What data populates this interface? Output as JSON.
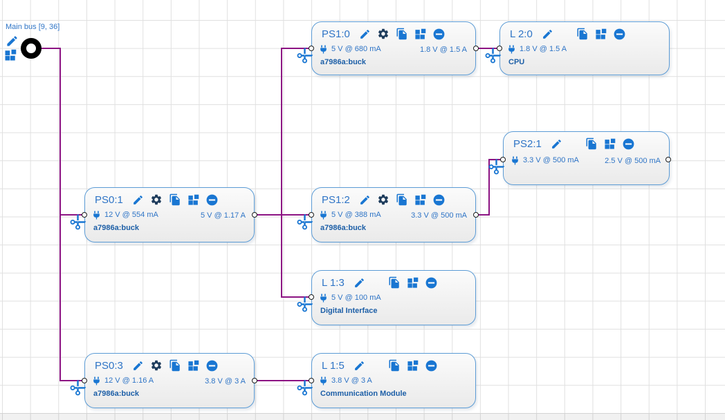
{
  "app": {
    "view": "power-tree-canvas"
  },
  "colors": {
    "accent": "#1976d2",
    "gear": "#1e3c5c",
    "title": "#2e74c6",
    "value_text": "#2e74c6",
    "part_text": "#1d5fa7",
    "node_border": "#5b9bd5",
    "wire": "#8c1383",
    "grid": "#e0e0e0",
    "node_bg_top": "#fbfbfb",
    "node_bg_bottom": "#eaeaea",
    "bus_ring": "#000000",
    "port_stroke": "#1a1a1a"
  },
  "main_bus": {
    "label": "Main bus  [9, 36]"
  },
  "icons": {
    "edit": "pencil-icon",
    "settings": "gear-icon",
    "copy": "copy-icon",
    "blocks": "blocks-icon",
    "remove": "minus-icon",
    "input": "plug-icon",
    "cut": "scissors-icon"
  },
  "nodes": [
    {
      "title": "PS1:0",
      "input": "5 V @ 680 mA",
      "output": "1.8 V @ 1.5 A",
      "part": "a7986a:buck"
    },
    {
      "title": "L 2:0",
      "input": "1.8 V @ 1.5 A",
      "part": "CPU"
    },
    {
      "title": "PS2:1",
      "input": "3.3 V @ 500 mA",
      "output": "2.5 V @ 500 mA"
    },
    {
      "title": "PS0:1",
      "input": "12 V @ 554 mA",
      "output": "5 V @ 1.17 A",
      "part": "a7986a:buck"
    },
    {
      "title": "PS1:2",
      "input": "5 V @ 388 mA",
      "output": "3.3 V @ 500 mA",
      "part": "a7986a:buck"
    },
    {
      "title": "L 1:3",
      "input": "5 V @ 100 mA",
      "part": "Digital Interface"
    },
    {
      "title": "PS0:3",
      "input": "12 V @ 1.16 A",
      "output": "3.8 V @ 3 A",
      "part": "a7986a:buck"
    },
    {
      "title": "L 1:5",
      "input": "3.8 V @ 3 A",
      "part": "Communication Module"
    }
  ]
}
